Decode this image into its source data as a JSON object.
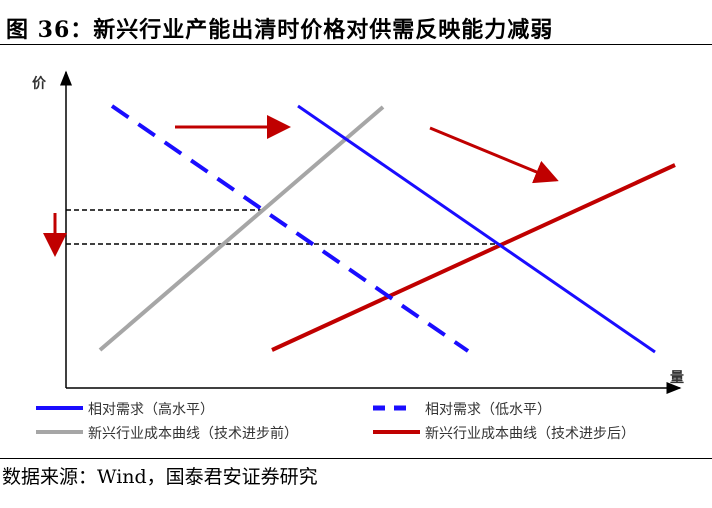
{
  "title": "图 36：新兴行业产能出清时价格对供需反映能力减弱",
  "axes": {
    "y_label": "价",
    "x_label": "量"
  },
  "legend": [
    {
      "label": "相对需求（高水平）",
      "color": "#1a0dff",
      "style": "solid"
    },
    {
      "label": "相对需求（低水平）",
      "color": "#1a0dff",
      "style": "dashed"
    },
    {
      "label": "新兴行业成本曲线（技术进步前）",
      "color": "#a6a6a6",
      "style": "solid"
    },
    {
      "label": "新兴行业成本曲线（技术进步后）",
      "color": "#c00000",
      "style": "solid"
    }
  ],
  "source": "数据来源：Wind，国泰君安证券研究"
}
